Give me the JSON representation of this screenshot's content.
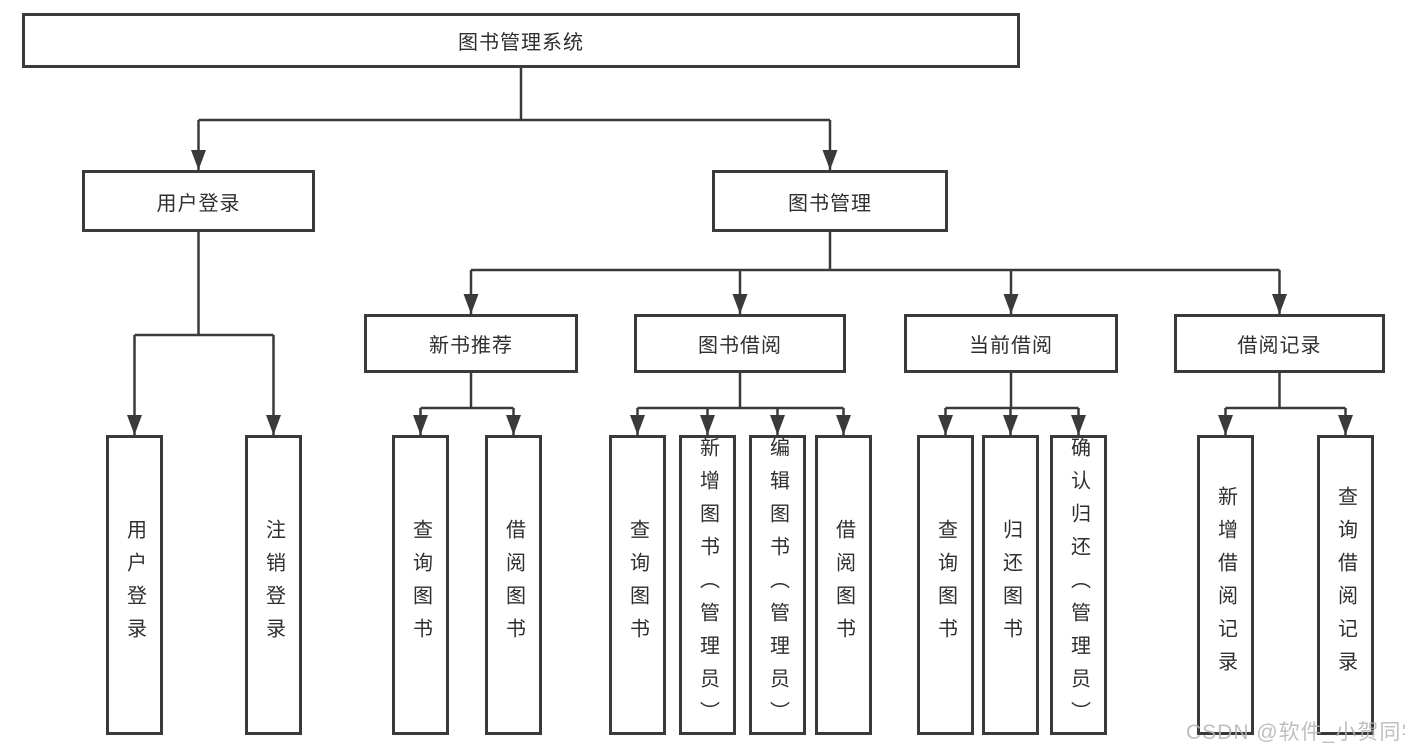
{
  "diagram": {
    "tree": {
      "label": "图书管理系统",
      "children": [
        {
          "label": "用户登录",
          "children": [
            {
              "label": "用户登录"
            },
            {
              "label": "注销登录"
            }
          ]
        },
        {
          "label": "图书管理",
          "children": [
            {
              "label": "新书推荐",
              "children": [
                {
                  "label": "查询图书"
                },
                {
                  "label": "借阅图书"
                }
              ]
            },
            {
              "label": "图书借阅",
              "children": [
                {
                  "label": "查询图书"
                },
                {
                  "label": "新增图书（管理员）"
                },
                {
                  "label": "编辑图书（管理员）"
                },
                {
                  "label": "借阅图书"
                }
              ]
            },
            {
              "label": "当前借阅",
              "children": [
                {
                  "label": "查询图书"
                },
                {
                  "label": "归还图书"
                },
                {
                  "label": "确认归还（管理员）"
                }
              ]
            },
            {
              "label": "借阅记录",
              "children": [
                {
                  "label": "新增借阅记录"
                },
                {
                  "label": "查询借阅记录"
                }
              ]
            }
          ]
        }
      ]
    },
    "watermark": "CSDN @软件_小贺同学",
    "colors": {
      "line": "#3a3a3a",
      "box_border": "#3a3a3a",
      "background": "#ffffff",
      "text": "#2f2f2f",
      "watermark": "#b5b5b5"
    }
  }
}
